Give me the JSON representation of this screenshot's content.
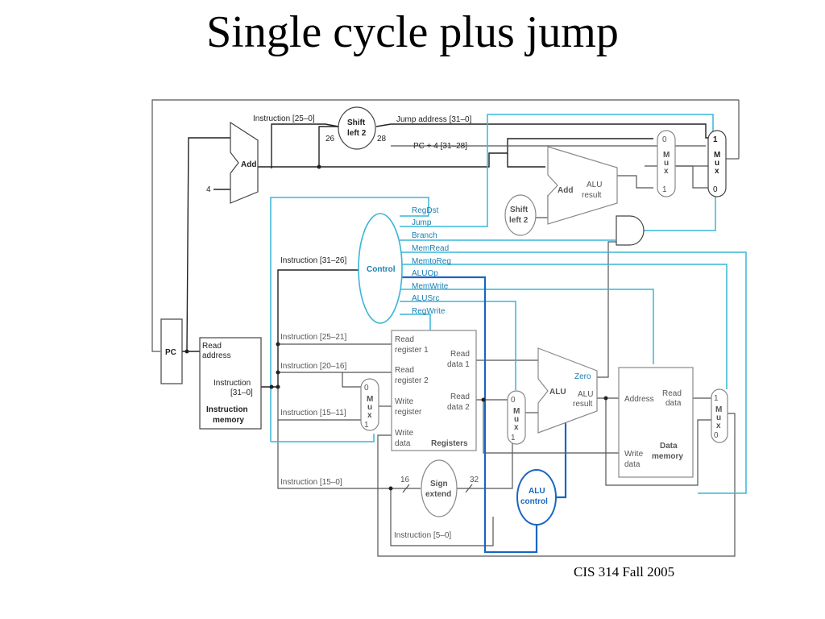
{
  "title": "Single cycle plus jump",
  "footer": "CIS 314 Fall 2005",
  "colors": {
    "control": "#39b5d8",
    "alu_control": "#1a66c2",
    "datapath": "#555555"
  },
  "labels": {
    "instr_25_0": "Instruction [25–0]",
    "shift_left": "Shift",
    "shift_left2": "left 2",
    "n26": "26",
    "n28": "28",
    "jump_address": "Jump address [31–0]",
    "pc4": "PC + 4 [31–28]",
    "add": "Add",
    "four": "4",
    "alu_add": "Add",
    "alu_result_1": "ALU",
    "alu_result_2": "result",
    "mux": [
      "M",
      "u",
      "x"
    ],
    "mux0": "0",
    "mux1": "1",
    "control": "Control",
    "signals": [
      "RegDst",
      "Jump",
      "Branch",
      "MemRead",
      "MemtoReg",
      "ALUOp",
      "MemWrite",
      "ALUSrc",
      "RegWrite"
    ],
    "instr_31_26": "Instruction [31–26]",
    "pc": "PC",
    "read_address_1": "Read",
    "read_address_2": "address",
    "instruction_1": "Instruction",
    "instruction_2": "[31–0]",
    "imem_1": "Instruction",
    "imem_2": "memory",
    "instr_25_21": "Instruction [25–21]",
    "instr_20_16": "Instruction [20–16]",
    "instr_15_11": "Instruction [15–11]",
    "instr_15_0": "Instruction [15–0]",
    "instr_5_0": "Instruction [5–0]",
    "read_reg1_1": "Read",
    "read_reg1_2": "register 1",
    "read_reg2_1": "Read",
    "read_reg2_2": "register 2",
    "write_reg_1": "Write",
    "write_reg_2": "register",
    "write_data_1": "Write",
    "write_data_2": "data",
    "read_data1_1": "Read",
    "read_data1_2": "data 1",
    "read_data2_1": "Read",
    "read_data2_2": "data 2",
    "registers": "Registers",
    "zero": "Zero",
    "alu": "ALU",
    "alu_result2_1": "ALU",
    "alu_result2_2": "result",
    "address": "Address",
    "dm_read_1": "Read",
    "dm_read_2": "data",
    "dm_write_1": "Write",
    "dm_write_2": "data",
    "dmem_1": "Data",
    "dmem_2": "memory",
    "sign_1": "Sign",
    "sign_2": "extend",
    "n16": "16",
    "n32": "32",
    "alu_control_1": "ALU",
    "alu_control_2": "control"
  }
}
